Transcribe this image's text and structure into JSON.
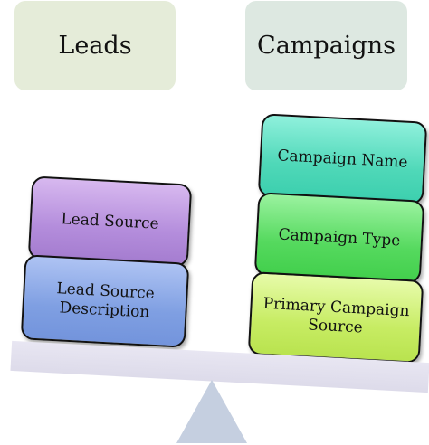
{
  "headers": {
    "leads": "Leads",
    "campaigns": "Campaigns"
  },
  "left_stack": [
    {
      "label": "Lead Source"
    },
    {
      "label_lines": [
        "Lead Source",
        "Description"
      ]
    }
  ],
  "right_stack": [
    {
      "label": "Campaign Name"
    },
    {
      "label": "Campaign Type"
    },
    {
      "label_lines": [
        "Primary Campaign",
        "Source"
      ]
    }
  ],
  "colors": {
    "leads_header_bg": "#e5ecd9",
    "campaigns_header_bg": "#dde8e1",
    "lead_source": "#b48ddc",
    "lead_source_description": "#7f9fe2",
    "campaign_name": "#4fd8b8",
    "campaign_type": "#55d95e",
    "primary_campaign_source": "#c7ec63",
    "scale_beam": "#e2e0ee",
    "scale_fulcrum": "#c5cfe0"
  }
}
